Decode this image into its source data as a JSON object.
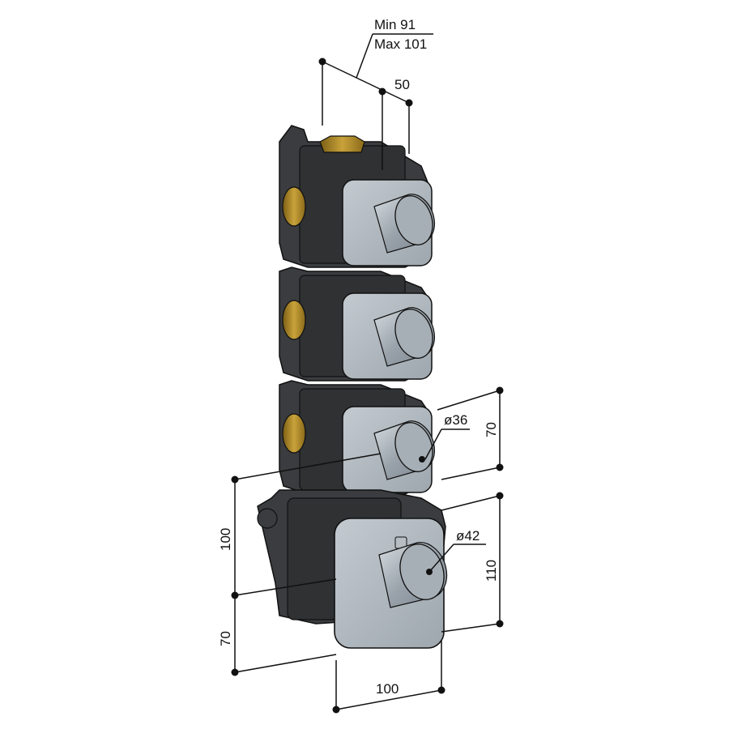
{
  "drawing": {
    "title": "Concealed thermostatic shower valve, 3 stop valves — dimensional drawing",
    "colors": {
      "body": "#3a3c3f",
      "body_dark": "#2a2b2d",
      "plate": "#a9b1b8",
      "plate_light": "#c3cad0",
      "knob": "#9aa3ab",
      "brass": "#b08a2a",
      "line": "#111111"
    },
    "dimensions": {
      "depth_min": "Min 91",
      "depth_max": "Max 101",
      "knob_projection": "50",
      "stop_valve_diameter": "ø36",
      "stop_plate_height": "70",
      "thermostat_diameter": "ø42",
      "thermostat_plate_height": "110",
      "left_upper": "100",
      "left_lower": "70",
      "plate_width": "100"
    },
    "units": {
      "stop_valves": 3,
      "thermostat": 1
    }
  }
}
